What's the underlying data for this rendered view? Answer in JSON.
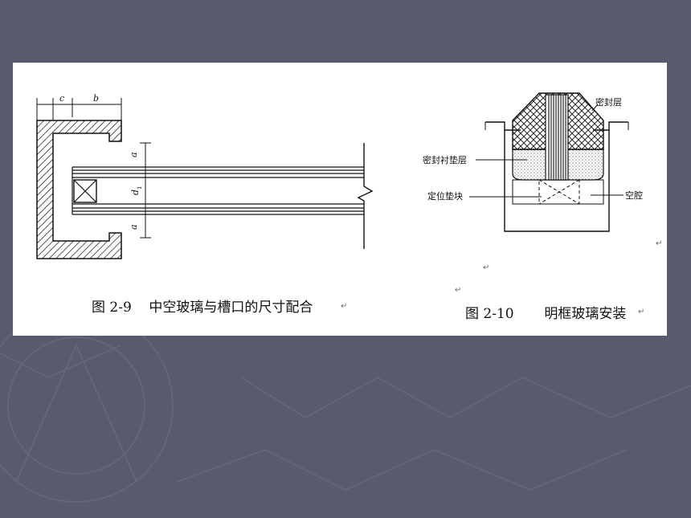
{
  "figure_left": {
    "caption": "图 2-9    中空玻璃与槽口的尺寸配合",
    "labels": {
      "c": "c",
      "b": "b",
      "a_top": "a",
      "d": "d",
      "d_sub": "1",
      "a_bottom": "a"
    }
  },
  "figure_right": {
    "caption": "图 2-10       明框玻璃安装",
    "labels": {
      "seal_layer": "密封层",
      "seal_liner": "密封衬垫层",
      "setting_block": "定位垫块",
      "cavity": "空腔"
    }
  },
  "colors": {
    "background": "#585b6d",
    "panel": "#ffffff",
    "ink": "#111111"
  }
}
